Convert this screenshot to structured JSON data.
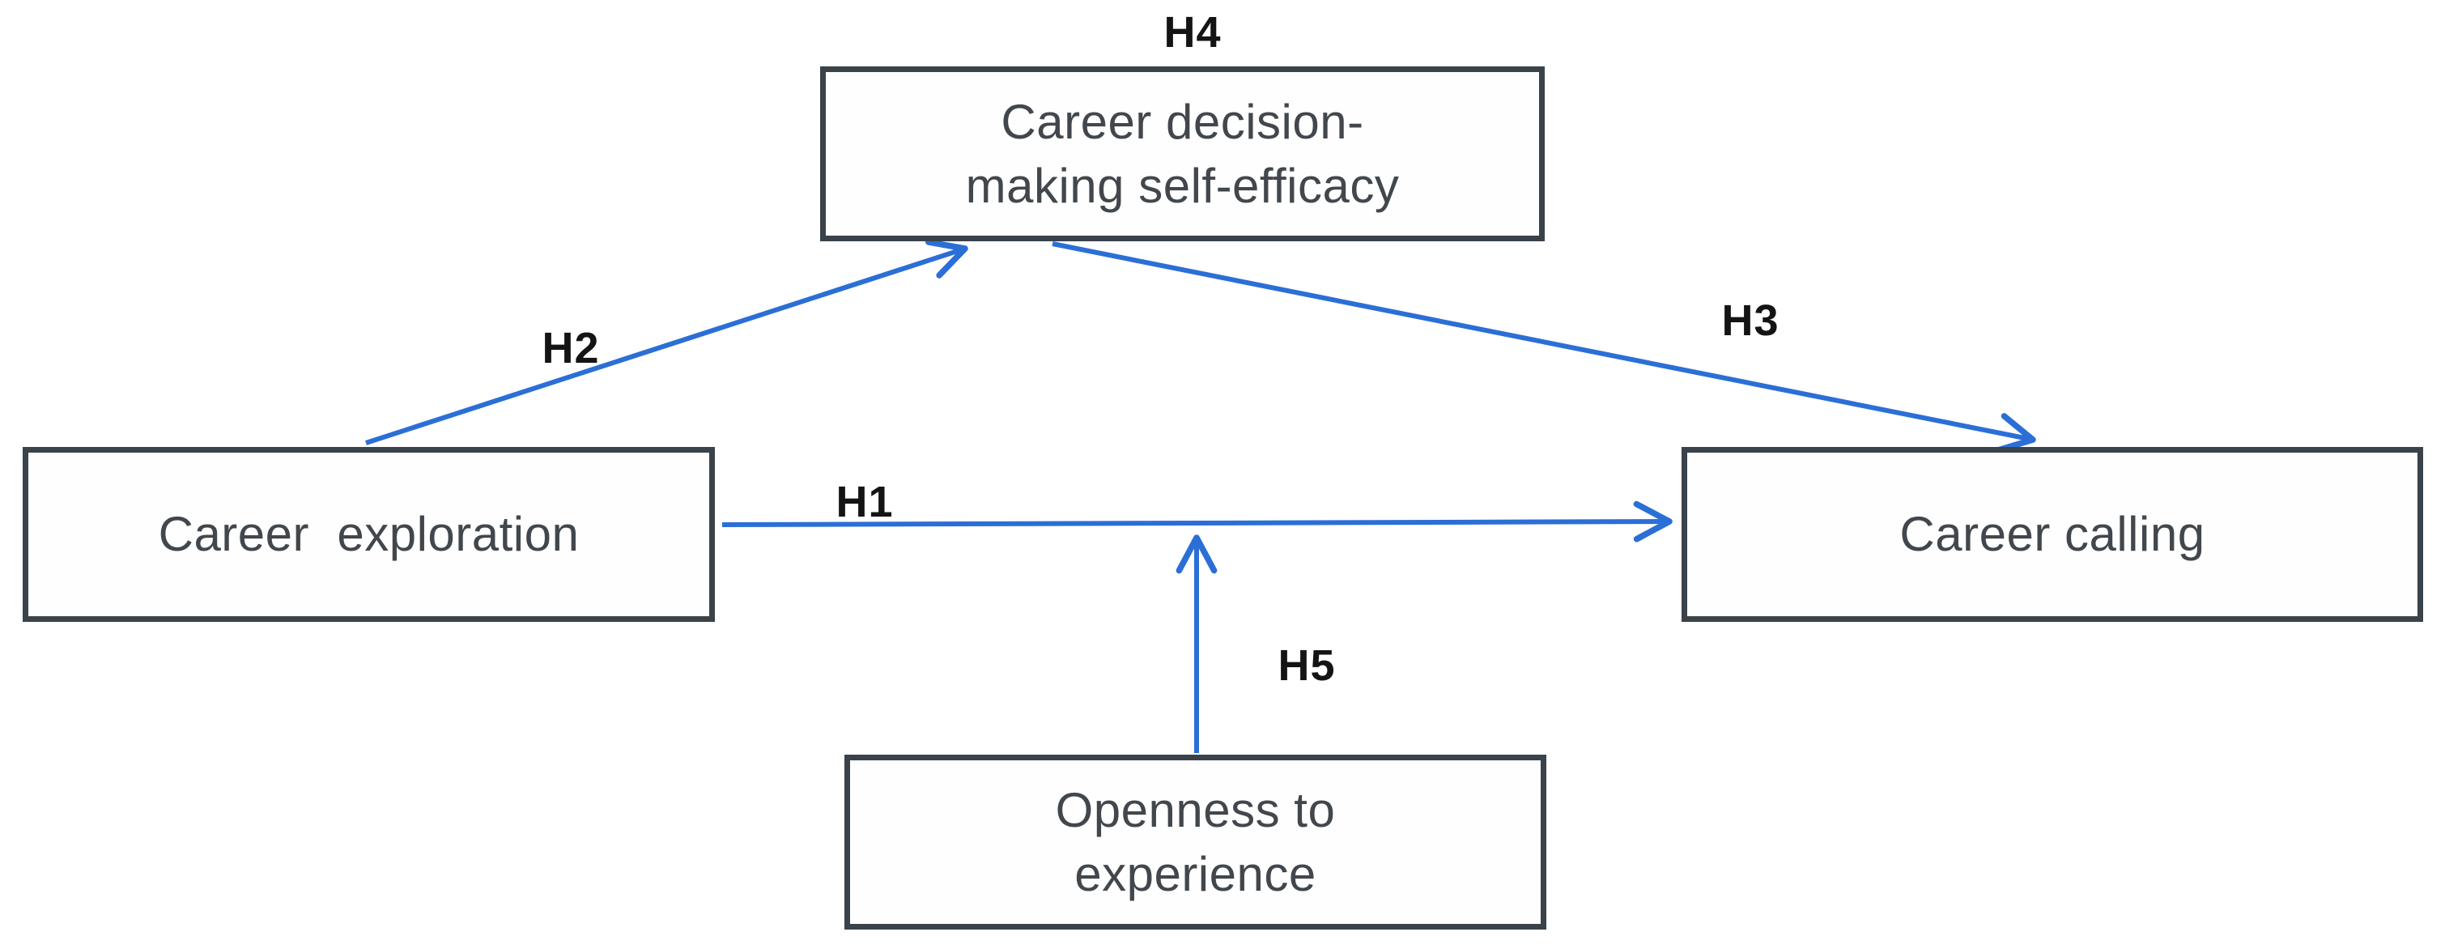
{
  "colors": {
    "arrow_blue": "#2B6FD6",
    "box_border": "#3A424A",
    "box_text": "#41474D",
    "hypothesis_text": "#141414",
    "background": "#FFFFFF"
  },
  "boxes": {
    "career_decision_self_efficacy": {
      "label": "Career decision-\nmaking self-efficacy"
    },
    "career_exploration": {
      "label": "Career  exploration"
    },
    "career_calling": {
      "label": "Career calling"
    },
    "openness_to_experience": {
      "label": "Openness to\nexperience"
    }
  },
  "hypotheses": {
    "h1": "H1",
    "h2": "H2",
    "h3": "H3",
    "h4": "H4",
    "h5": "H5"
  },
  "edges": [
    {
      "id": "H1",
      "from": "career_exploration",
      "to": "career_calling"
    },
    {
      "id": "H2",
      "from": "career_exploration",
      "to": "career_decision_self_efficacy"
    },
    {
      "id": "H3",
      "from": "career_decision_self_efficacy",
      "to": "career_calling"
    },
    {
      "id": "H4",
      "annotates": "career_decision_self_efficacy"
    },
    {
      "id": "H5",
      "from": "openness_to_experience",
      "to": "h1_path"
    }
  ]
}
